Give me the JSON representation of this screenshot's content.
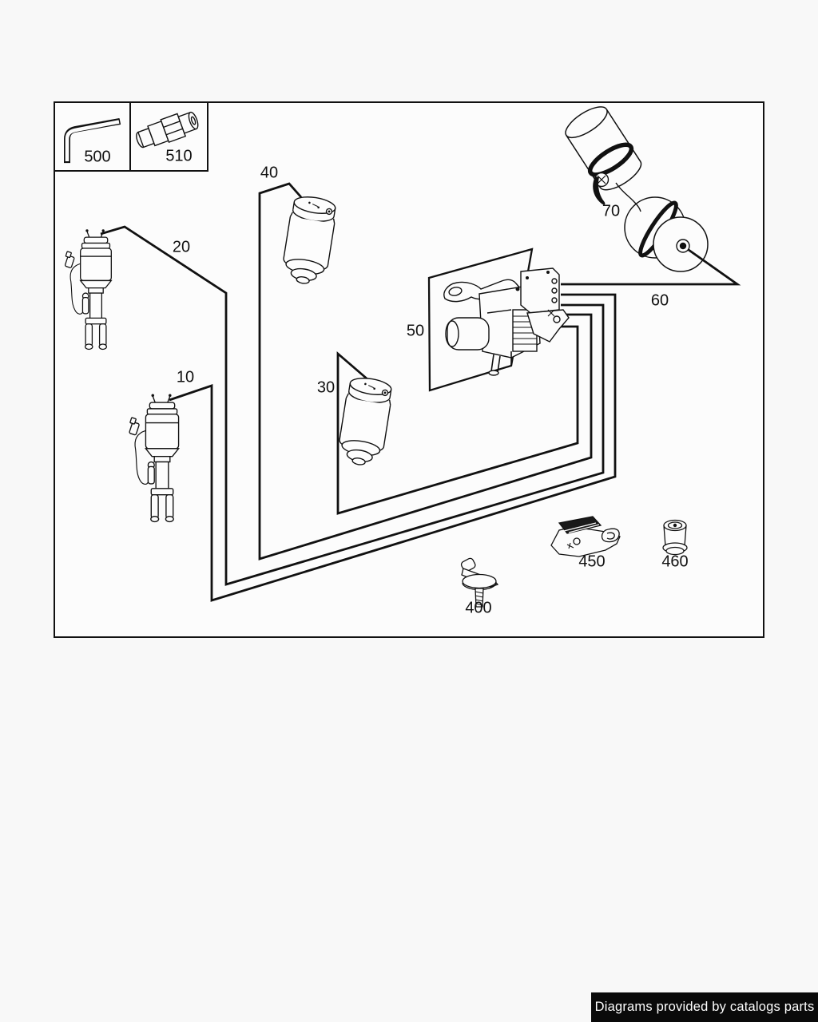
{
  "diagram": {
    "part_labels": [
      {
        "ref": "500",
        "icon": "hex-key"
      },
      {
        "ref": "510",
        "icon": "fill-valve-connector"
      },
      {
        "ref": "40",
        "icon": "air-spring"
      },
      {
        "ref": "20",
        "icon": "air-strut"
      },
      {
        "ref": "10",
        "icon": "air-strut"
      },
      {
        "ref": "30",
        "icon": "air-spring"
      },
      {
        "ref": "50",
        "icon": "air-compressor"
      },
      {
        "ref": "70",
        "icon": "valve-cylinder"
      },
      {
        "ref": "60",
        "icon": "pressure-reservoir"
      },
      {
        "ref": "400",
        "icon": "clip-bolt"
      },
      {
        "ref": "450",
        "icon": "mounting-bracket"
      },
      {
        "ref": "460",
        "icon": "rubber-bushing"
      }
    ]
  },
  "banner": {
    "text": "Diagrams provided by catalogs parts",
    "background": "#0a0a0a",
    "color": "#ffffff"
  },
  "colors": {
    "line": "#111111",
    "paper": "#fcfcfc",
    "page": "#f8f8f8"
  }
}
